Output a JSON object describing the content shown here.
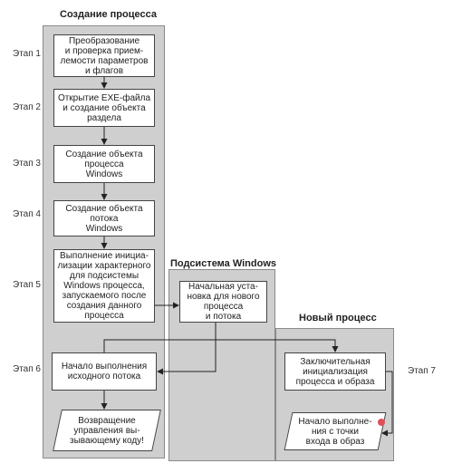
{
  "titles": {
    "create_process": "Создание процесса",
    "windows_subsystem": "Подсистема Windows",
    "new_process": "Новый процесс"
  },
  "stages": [
    "Этап 1",
    "Этап 2",
    "Этап 3",
    "Этап 4",
    "Этап 5",
    "Этап 6",
    "Этап 7"
  ],
  "boxes": {
    "step1": "Преобразование\nи проверка прием-\nлемости параметров\nи флагов",
    "step2": "Открытие EXE-файла\nи создание объекта\nраздела",
    "step3": "Создание объекта\nпроцесса\nWindows",
    "step4": "Создание объекта\nпотока\nWindows",
    "step5": "Выполнение инициа-\nлизации характерного\nдля подсистемы\nWindows процесса,\nзапускаемого после\nсоздания данного\nпроцесса",
    "step6": "Начало выполнения\nисходного потока",
    "return": "Возвращение\nуправления вы-\nзывающему коду!",
    "subsystem_init": "Начальная уста-\nновка для нового\nпроцесса\nи потока",
    "final_init": "Заключительная\nинициализация\nпроцесса и образа",
    "entry_point": "Начало выполне-\nния с точки\nвхода в образ"
  },
  "colors": {
    "panel": "#cfcfcf",
    "box": "#ffffff",
    "line": "#222222",
    "marker": "#e0505a"
  }
}
